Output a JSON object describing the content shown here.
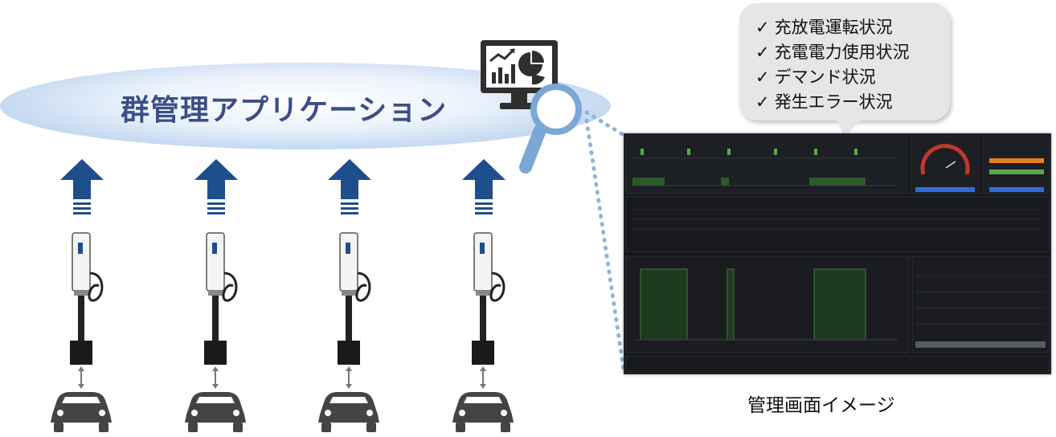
{
  "app": {
    "title": "群管理アプリケーション"
  },
  "bubble": {
    "items": [
      "充放電運転状況",
      "充電電力使用状況",
      "デマンド状況",
      "発生エラー状況"
    ],
    "check_mark": "✓"
  },
  "dashboard": {
    "caption": "管理画面イメージ"
  },
  "icons": {
    "monitor": "monitor-chart-icon",
    "magnifier": "magnifier-icon",
    "charger": "ev-charger-icon",
    "car": "car-icon",
    "arrow": "up-arrow-icon"
  },
  "colors": {
    "arrow": "#1f4e8c",
    "ellipse": "#bcd3ee",
    "title": "#3b4f86",
    "dashboard_bg": "#15171a",
    "chart_green": "#5aa84a"
  }
}
